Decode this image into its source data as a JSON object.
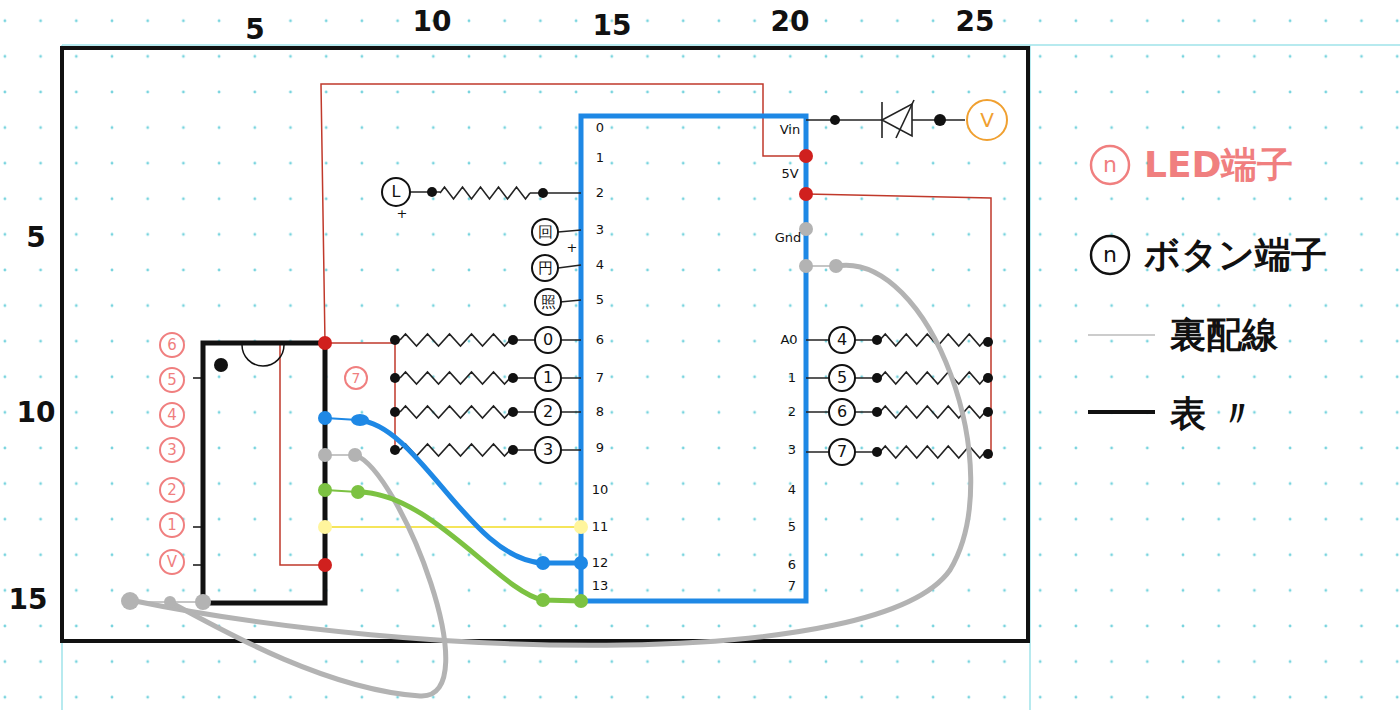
{
  "diagram": {
    "nodes": [
      {
        "text": [
          "L"
        ]
      },
      {
        "text": [
          "回"
        ]
      },
      {
        "text": [
          "円"
        ]
      },
      {
        "text": [
          "照"
        ]
      },
      {
        "text": [
          "0"
        ]
      },
      {
        "text": [
          "1"
        ]
      },
      {
        "text": [
          "2"
        ]
      },
      {
        "text": [
          "3"
        ]
      },
      {
        "text": [
          "4"
        ]
      },
      {
        "text": [
          "5"
        ]
      },
      {
        "text": [
          "6"
        ]
      },
      {
        "text": [
          "7"
        ]
      },
      {
        "text": [
          "V"
        ]
      },
      {
        "text": [
          "6"
        ]
      },
      {
        "text": [
          "5"
        ]
      },
      {
        "text": [
          "4"
        ]
      },
      {
        "text": [
          "3"
        ]
      },
      {
        "text": [
          "2"
        ]
      },
      {
        "text": [
          "1"
        ]
      },
      {
        "text": [
          "V"
        ]
      },
      {
        "text": [
          "7"
        ]
      }
    ],
    "labels": [
      "5",
      "10",
      "15",
      "20",
      "25",
      "5",
      "10",
      "15",
      "0",
      "1",
      "2",
      "3",
      "4",
      "5",
      "6",
      "7",
      "8",
      "9",
      "10",
      "11",
      "12",
      "13",
      "Vin",
      "5V",
      "Gnd",
      "A0",
      "1",
      "2",
      "3",
      "4",
      "5",
      "6",
      "7",
      "+",
      "+",
      "n",
      "n"
    ],
    "legend": [
      {
        "text": "LED端子"
      },
      {
        "text": "ボタン端子"
      },
      {
        "text": "裏配線"
      },
      {
        "text": "表 〃"
      }
    ]
  }
}
